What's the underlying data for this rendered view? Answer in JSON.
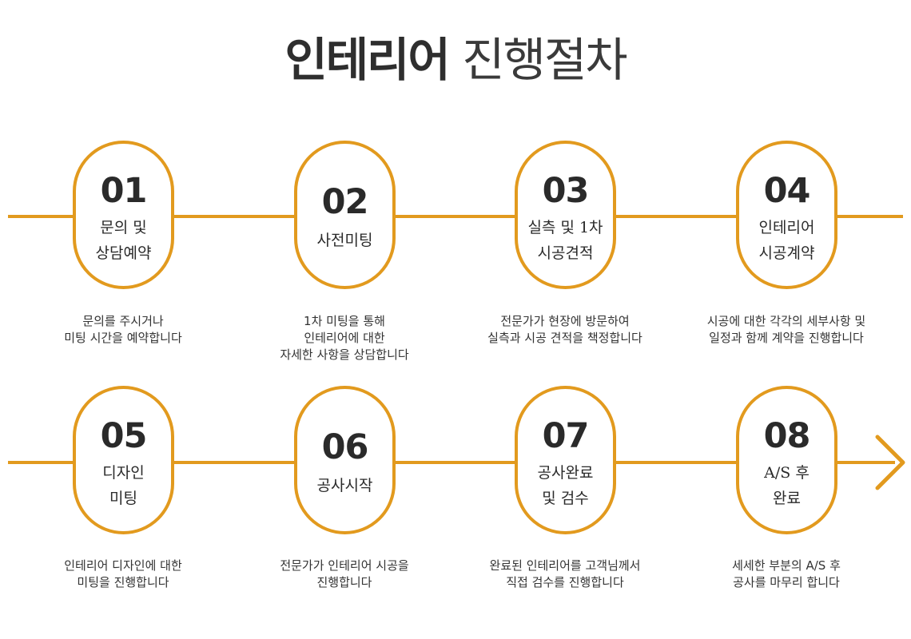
{
  "title": {
    "bold": "인테리어",
    "light": "진행절차"
  },
  "accent_color": "#e29a1e",
  "steps": [
    {
      "number": "01",
      "label_lines": [
        "문의 및",
        "상담예약"
      ],
      "description_lines": [
        "문의를 주시거나",
        "미팅 시간을 예약합니다"
      ]
    },
    {
      "number": "02",
      "label_lines": [
        "사전미팅"
      ],
      "description_lines": [
        "1차 미팅을 통해",
        "인테리어에 대한",
        "자세한 사항을 상담합니다"
      ]
    },
    {
      "number": "03",
      "label_lines": [
        "실측 및 1차",
        "시공견적"
      ],
      "description_lines": [
        "전문가가 현장에 방문하여",
        "실측과 시공 견적을 책정합니다"
      ]
    },
    {
      "number": "04",
      "label_lines": [
        "인테리어",
        "시공계약"
      ],
      "description_lines": [
        "시공에 대한 각각의 세부사항 및",
        "일정과 함께 계약을 진행합니다"
      ]
    },
    {
      "number": "05",
      "label_lines": [
        "디자인",
        "미팅"
      ],
      "description_lines": [
        "인테리어 디자인에 대한",
        "미팅을 진행합니다"
      ]
    },
    {
      "number": "06",
      "label_lines": [
        "공사시작"
      ],
      "description_lines": [
        "전문가가 인테리어 시공을",
        "진행합니다"
      ]
    },
    {
      "number": "07",
      "label_lines": [
        "공사완료",
        "및 검수"
      ],
      "description_lines": [
        "완료된 인테리어를 고객님께서",
        "직접 검수를 진행합니다"
      ]
    },
    {
      "number": "08",
      "label_lines": [
        "A/S 후",
        "완료"
      ],
      "description_lines": [
        "세세한 부분의 A/S 후",
        "공사를 마무리 합니다"
      ]
    }
  ]
}
